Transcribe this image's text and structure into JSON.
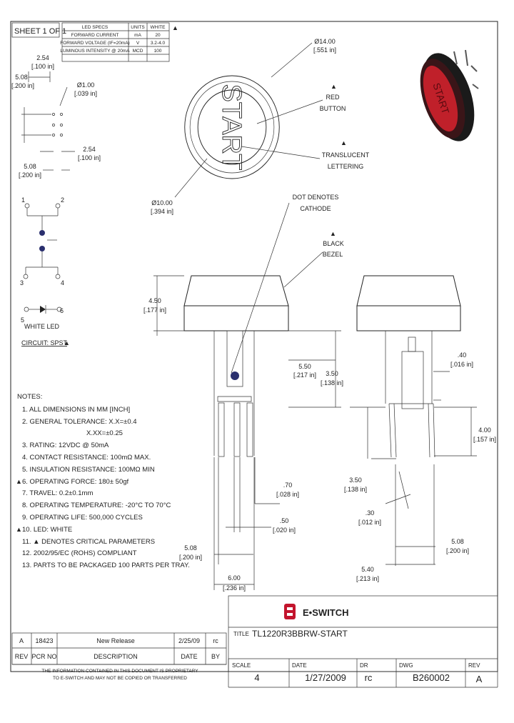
{
  "sheet_label": "SHEET 1 OF 1",
  "led_specs": {
    "headers": [
      "LED SPECS",
      "UNITS",
      "WHITE"
    ],
    "rows": [
      [
        "FORWARD CURRENT",
        "mA",
        "20"
      ],
      [
        "FORWARD VOLTAGE (IF=20mA)",
        "V",
        "3.2-4.0"
      ],
      [
        "LUMINOUS INTENSITY @ 20mA",
        "MCD",
        "100"
      ]
    ]
  },
  "dimensions": {
    "d_outer": "Ø14.00",
    "d_outer_in": "[.551 in]",
    "d_inner": "Ø10.00",
    "d_inner_in": "[.394 in]",
    "pitch_a": "2.54",
    "pitch_a_in": "[.100 in]",
    "pitch_b": "5.08",
    "pitch_b_in": "[.200 in]",
    "hole_d": "Ø1.00",
    "hole_d_in": "[.039 in]",
    "pitch_c": "2.54",
    "pitch_c_in": "[.100 in]",
    "pitch_d": "5.08",
    "pitch_d_in": "[.200 in]",
    "height_bezel": "4.50",
    "height_bezel_in": "[.177 in]",
    "h_550": "5.50",
    "h_550_in": "[.217 in]",
    "h_350": "3.50",
    "h_350_in": "[.138 in]",
    "h_350b": "3.50",
    "h_350b_in": "[.138 in]",
    "w_070": ".70",
    "w_070_in": "[.028 in]",
    "w_050": ".50",
    "w_050_in": "[.020 in]",
    "w_508a": "5.08",
    "w_508a_in": "[.200 in]",
    "w_600": "6.00",
    "w_600_in": "[.236 in]",
    "w_040": ".40",
    "w_040_in": "[.016 in]",
    "h_400": "4.00",
    "h_400_in": "[.157 in]",
    "w_030": ".30",
    "w_030_in": "[.012 in]",
    "w_508b": "5.08",
    "w_508b_in": "[.200 in]",
    "w_540": "5.40",
    "w_540_in": "[.213 in]"
  },
  "callouts": {
    "red_button": [
      "RED",
      "BUTTON"
    ],
    "translucent": [
      "TRANSLUCENT",
      "LETTERING"
    ],
    "dot_denotes": [
      "DOT DENOTES",
      "CATHODE"
    ],
    "black_bezel": [
      "BLACK",
      "BEZEL"
    ],
    "cap_text": "START",
    "white_led": "WHITE LED",
    "circuit": "CIRCUIT: SPST",
    "pin_numbers": [
      "1",
      "2",
      "3",
      "4",
      "5",
      "6"
    ]
  },
  "notes": {
    "title": "NOTES:",
    "items": [
      "1. ALL DIMENSIONS IN MM [INCH]",
      "2. GENERAL TOLERANCE: X.X=±0.4",
      "X.XX=±0.25",
      "3. RATING: 12VDC @ 50mA",
      "4. CONTACT RESISTANCE: 100mΩ MAX.",
      "5. INSULATION RESISTANCE: 100MΩ MIN",
      "6. OPERATING FORCE: 180± 50gf",
      "7. TRAVEL: 0.2±0.1mm",
      "8. OPERATING TEMPERATURE: -20°C TO 70°C",
      "9. OPERATING LIFE: 500,000 CYCLES",
      "10. LED: WHITE",
      "11. ▲ DENOTES CRITICAL PARAMETERS",
      "12. 2002/95/EC (ROHS) COMPLIANT",
      "13. PARTS TO BE PACKAGED 100 PARTS PER TRAY."
    ]
  },
  "revision": {
    "row": {
      "rev": "A",
      "pcr": "18423",
      "desc": "New Release",
      "date": "2/25/09",
      "by": "rc"
    },
    "headers": {
      "rev": "REV",
      "pcr": "PCR NO",
      "desc": "DESCRIPTION",
      "date": "DATE",
      "by": "BY"
    },
    "disclaimer": [
      "THE INFORMATION CONTAINED IN THIS DOCUMENT IS PROPRIETARY",
      "TO E-SWITCH AND MAY NOT BE COPIED OR TRANSFERRED"
    ]
  },
  "title_block": {
    "brand": "E•SWITCH",
    "title_label": "TITLE",
    "title": "TL1220R3BBRW-START",
    "scale_label": "SCALE",
    "scale": "4",
    "date_label": "DATE",
    "date": "1/27/2009",
    "dr_label": "DR",
    "dr": "rc",
    "dwg_label": "DWG",
    "dwg": "B260002",
    "rev_label": "REV",
    "rev": "A"
  },
  "colors": {
    "button_red": "#c0202a",
    "bezel_black": "#1a1a1a",
    "led_dot": "#2a2f6e",
    "brand_red": "#c3142d"
  }
}
